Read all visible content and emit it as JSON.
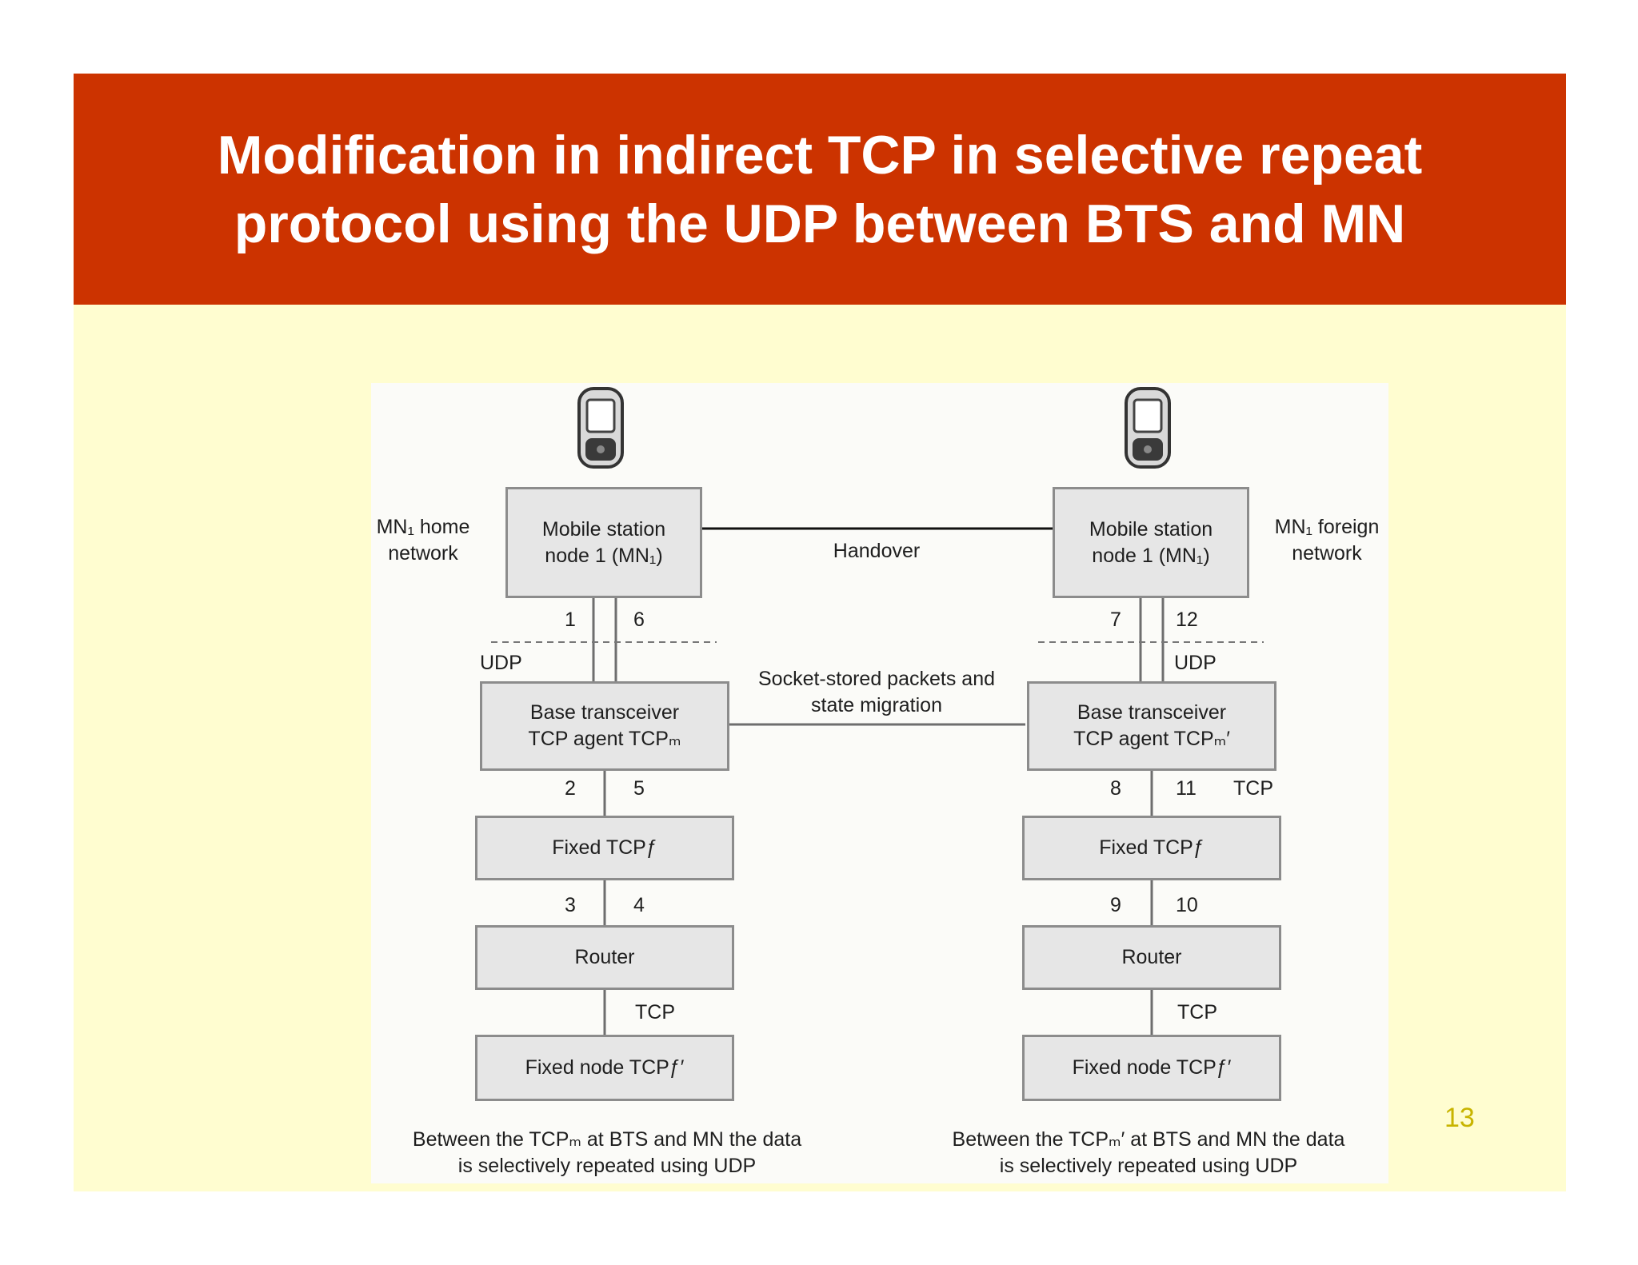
{
  "slide": {
    "title_line1": "Modification in indirect TCP in selective repeat",
    "title_line2": "protocol using the UDP between BTS and MN",
    "page_number": "13",
    "colors": {
      "title_bar": "#cc3300",
      "slide_background": "#fffdd0",
      "page_number": "#c8b400"
    }
  },
  "diagram": {
    "left": {
      "network_label_line1": "MN₁ home",
      "network_label_line2": "network",
      "mobile_line1": "Mobile station",
      "mobile_line2": "node 1 (MN₁)",
      "bts_line1": "Base transceiver",
      "bts_line2": "TCP agent TCPₘ",
      "fixed_tcp": "Fixed TCPƒ",
      "router": "Router",
      "fixed_node": "Fixed node TCPƒ′",
      "udp_label": "UDP",
      "tcp_label": "TCP",
      "step_a": "1",
      "step_b": "6",
      "step_c": "2",
      "step_d": "5",
      "step_e": "3",
      "step_f": "4",
      "caption_line1": "Between the TCPₘ at BTS and MN the data",
      "caption_line2": "is selectively repeated using UDP"
    },
    "right": {
      "network_label_line1": "MN₁ foreign",
      "network_label_line2": "network",
      "mobile_line1": "Mobile station",
      "mobile_line2": "node 1 (MN₁)",
      "bts_line1": "Base transceiver",
      "bts_line2": "TCP agent TCPₘ′",
      "fixed_tcp": "Fixed TCPƒ",
      "router": "Router",
      "fixed_node": "Fixed node TCPƒ′",
      "udp_label": "UDP",
      "tcp_label_upper": "TCP",
      "tcp_label": "TCP",
      "step_a": "7",
      "step_b": "12",
      "step_c": "8",
      "step_d": "11",
      "step_e": "9",
      "step_f": "10",
      "caption_line1": "Between the TCPₘ′  at BTS and MN the data",
      "caption_line2": "is selectively repeated using UDP"
    },
    "handover_label": "Handover",
    "migration_line1": "Socket-stored packets and",
    "migration_line2": "state migration"
  }
}
